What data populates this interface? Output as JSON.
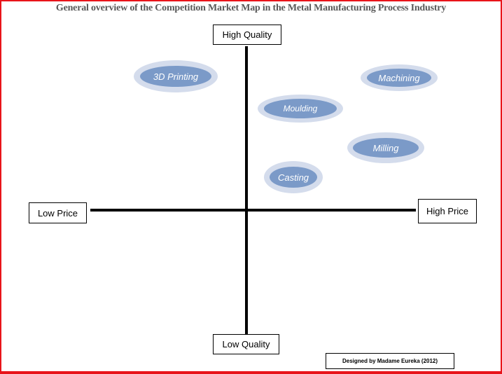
{
  "title": "General overview of the Competition Market Map in the Metal Manufacturing Process Industry",
  "axes": {
    "top": "High Quality",
    "bottom": "Low Quality",
    "left": "Low Price",
    "right": "High Price"
  },
  "items": [
    {
      "label": "3D Printing"
    },
    {
      "label": "Machining"
    },
    {
      "label": "Moulding"
    },
    {
      "label": "Milling"
    },
    {
      "label": "Casting"
    }
  ],
  "credit": "Designed by Madame Eureka  (2012)",
  "colors": {
    "border": "#e8141a",
    "ellipse_inner": "#7b9ac8",
    "ellipse_outer": "#d4dcec"
  }
}
